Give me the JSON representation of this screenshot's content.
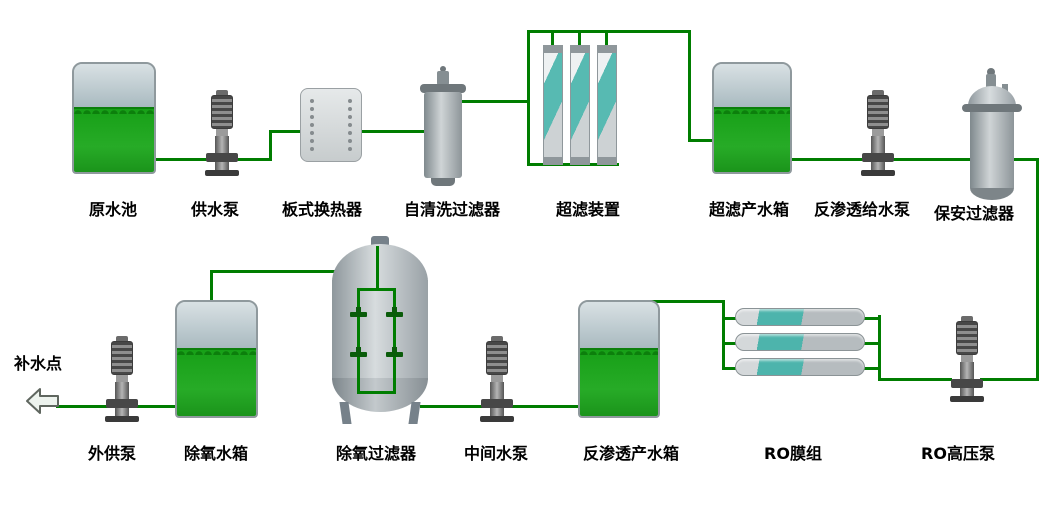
{
  "diagram": {
    "type": "process-flow-water-treatment",
    "colors": {
      "pipe": "#007d00",
      "water": "#1ea21e",
      "membrane_accent": "#57bab2",
      "vessel_gray": "#aab3b8"
    },
    "labels": {
      "raw_water_pool": "原水池",
      "supply_pump": "供水泵",
      "plate_heat_exchanger": "板式换热器",
      "self_cleaning_filter": "自清洗过滤器",
      "uf_unit": "超滤装置",
      "uf_product_tank": "超滤产水箱",
      "ro_feed_pump": "反渗透给水泵",
      "security_filter": "保安过滤器",
      "makeup_point": "补水点",
      "external_pump": "外供泵",
      "deaerated_tank": "除氧水箱",
      "deoxy_filter": "除氧过滤器",
      "intermediate_pump": "中间水泵",
      "ro_product_tank": "反渗透产水箱",
      "ro_membrane_group": "RO膜组",
      "ro_hp_pump": "RO高压泵"
    }
  }
}
